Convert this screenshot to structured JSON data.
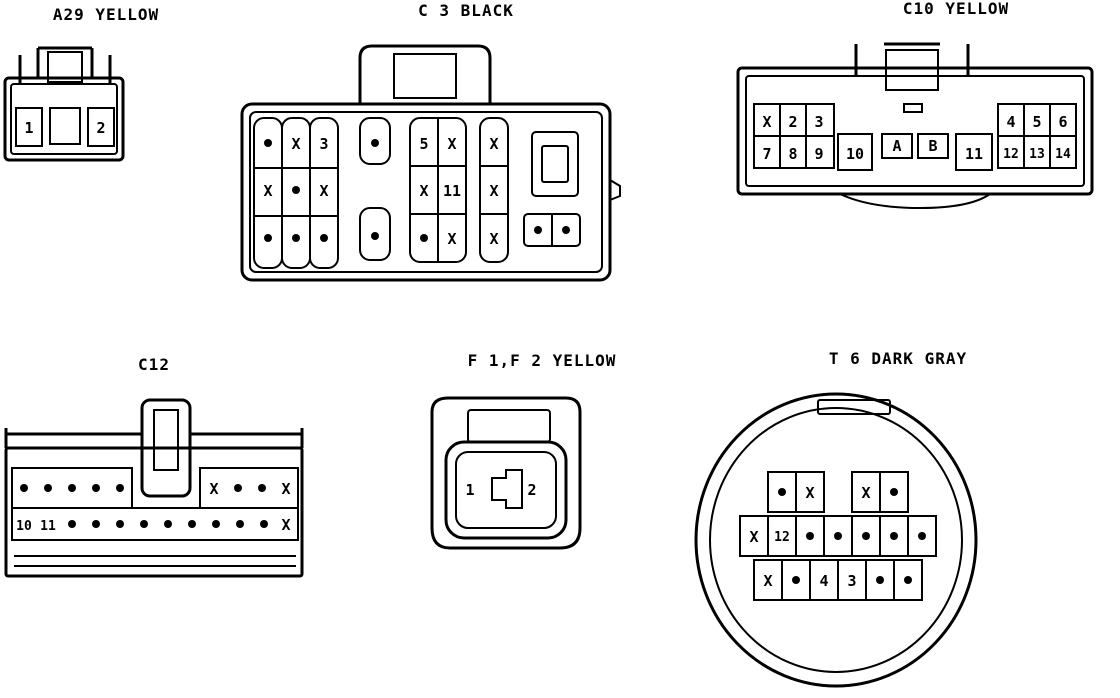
{
  "connectors": {
    "a29": {
      "title": "A29 YELLOW",
      "pins": [
        "1",
        "2"
      ]
    },
    "c3": {
      "title": "C 3 BLACK",
      "pins": [
        "X",
        "3",
        "X",
        "X",
        "5",
        "X",
        "X",
        "X",
        "11",
        "X",
        "X",
        "X"
      ]
    },
    "c10": {
      "title": "C10 YELLOW",
      "pins": [
        "X",
        "2",
        "3",
        "4",
        "5",
        "6",
        "7",
        "8",
        "9",
        "10",
        "A",
        "B",
        "11",
        "12",
        "13",
        "14"
      ]
    },
    "c12": {
      "title": "C12",
      "pins": [
        "X",
        "X",
        "10",
        "11",
        "X"
      ]
    },
    "f1f2": {
      "title": "F 1,F 2 YELLOW",
      "pins": [
        "1",
        "2"
      ]
    },
    "t6": {
      "title": "T 6 DARK GRAY",
      "pins": [
        "X",
        "X",
        "X",
        "12",
        "X",
        "4",
        "3"
      ]
    }
  }
}
